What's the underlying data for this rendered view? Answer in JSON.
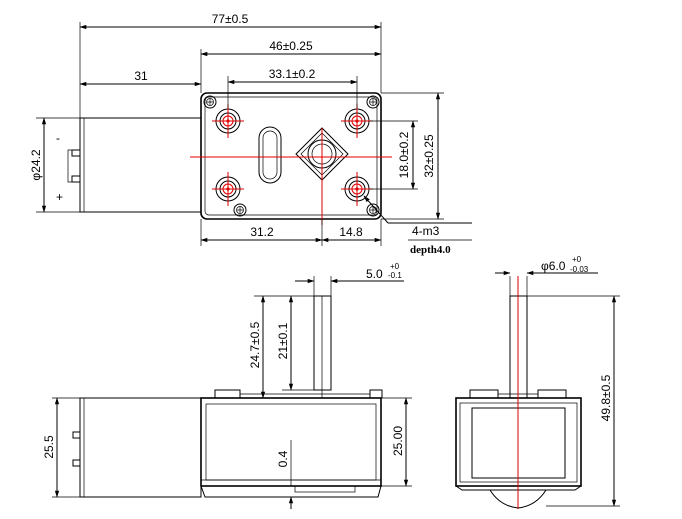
{
  "colors": {
    "line": "#000000",
    "center_mark": "#e00000",
    "background": "#ffffff"
  },
  "top_view": {
    "overall_length": "77±0.5",
    "gearbox_length": "46±0.25",
    "motor_length": "31",
    "hole_spacing_x": "33.1±0.2",
    "hole_spacing_y": "18.0±0.2",
    "gearbox_height": "32±0.25",
    "motor_diameter": "φ24.2",
    "left_bottom_dim": "31.2",
    "right_bottom_dim": "14.8",
    "thread_callout": "4-m3",
    "thread_depth": "depth4.0",
    "terminal_minus": "-",
    "terminal_plus": "+"
  },
  "side_view": {
    "shaft_flat_width": "5.0",
    "shaft_flat_tol_upper": "+0",
    "shaft_flat_tol_lower": "-0.1",
    "shaft_length": "24.7±0.5",
    "flat_length": "21±0.1",
    "motor_height": "25.5",
    "flange_thickness": "0.4",
    "gearbox_thickness": "25.00"
  },
  "end_view": {
    "shaft_diameter": "φ6.0",
    "shaft_tol_upper": "+0",
    "shaft_tol_lower": "-0.03",
    "total_height": "49.8±0.5"
  }
}
